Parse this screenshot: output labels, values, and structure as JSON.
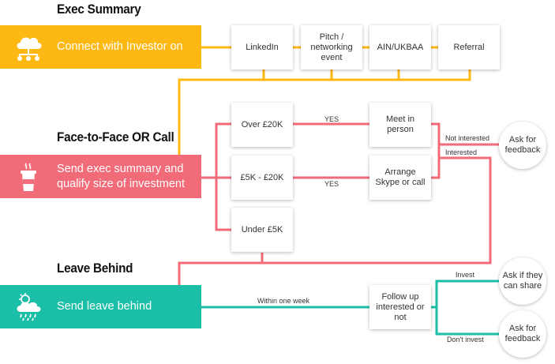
{
  "colors": {
    "orange": "#FDB813",
    "pink": "#F16B78",
    "teal": "#1BBFA8"
  },
  "sections": [
    {
      "title": "Exec Summary"
    },
    {
      "title": "Face-to-Face OR Call"
    },
    {
      "title": "Leave Behind"
    }
  ],
  "bands": [
    {
      "text": "Connect with Investor on",
      "icon": "cloud-network-icon",
      "color": "#FDB813"
    },
    {
      "text": "Send exec summary and\nqualify size of investment",
      "icon": "coffee-cup-icon",
      "color": "#F16B78"
    },
    {
      "text": "Send leave behind",
      "icon": "rain-cloud-icon",
      "color": "#1BBFA8"
    }
  ],
  "channels": [
    {
      "label": "LinkedIn"
    },
    {
      "label": "Pitch /\nnetworking\nevent"
    },
    {
      "label": "AIN/UKBAA"
    },
    {
      "label": "Referral"
    }
  ],
  "investment_sizes": [
    {
      "label": "Over £20K"
    },
    {
      "label": "£5K - £20K"
    },
    {
      "label": "Under £5K"
    }
  ],
  "actions": [
    {
      "label": "Meet in\nperson"
    },
    {
      "label": "Arrange\nSkype or call"
    },
    {
      "label": "Follow up\ninterested or\nnot"
    }
  ],
  "outcomes": [
    {
      "label": "Ask for\nfeedback"
    },
    {
      "label": "Ask if they\ncan share"
    },
    {
      "label": "Ask for\nfeedback"
    }
  ],
  "edge_labels": [
    {
      "text": "YES"
    },
    {
      "text": "YES"
    },
    {
      "text": "Not interested"
    },
    {
      "text": "Interested"
    },
    {
      "text": "Within one week"
    },
    {
      "text": "Invest"
    },
    {
      "text": "Don't invest"
    }
  ]
}
